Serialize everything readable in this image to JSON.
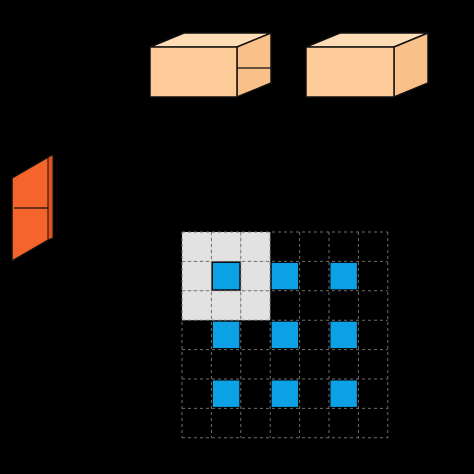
{
  "colors": {
    "background": "#000000",
    "box_front": "#FDCB98",
    "box_top": "#FFDDB6",
    "box_side": "#FAC089",
    "box_stroke": "#111111",
    "slab_front": "#F4642B",
    "slab_side": "#E2531C",
    "cell_light": "#E2E2E2",
    "cell_blue": "#0CA0E5",
    "grid_dash": "#6E6E6E"
  },
  "grid": {
    "rows": 7,
    "cols": 7,
    "light_cells": [
      [
        0,
        0
      ],
      [
        0,
        1
      ],
      [
        0,
        2
      ],
      [
        1,
        0
      ],
      [
        1,
        2
      ],
      [
        2,
        0
      ],
      [
        2,
        1
      ],
      [
        2,
        2
      ]
    ],
    "blue_cells": [
      [
        1,
        1
      ],
      [
        1,
        3
      ],
      [
        1,
        5
      ],
      [
        3,
        1
      ],
      [
        3,
        3
      ],
      [
        3,
        5
      ],
      [
        5,
        1
      ],
      [
        5,
        3
      ],
      [
        5,
        5
      ]
    ]
  }
}
